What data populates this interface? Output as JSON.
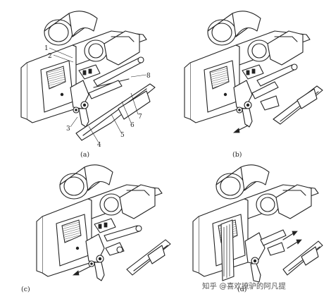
{
  "panels": [
    {
      "caption": "(a)"
    },
    {
      "caption": "(b)"
    },
    {
      "caption": "(c)"
    },
    {
      "caption": "(d)"
    }
  ],
  "part_labels": [
    "1",
    "2",
    "3",
    "4",
    "5",
    "6",
    "7",
    "8"
  ],
  "watermark": "知乎 @喜欢撩驴的阿凡提"
}
